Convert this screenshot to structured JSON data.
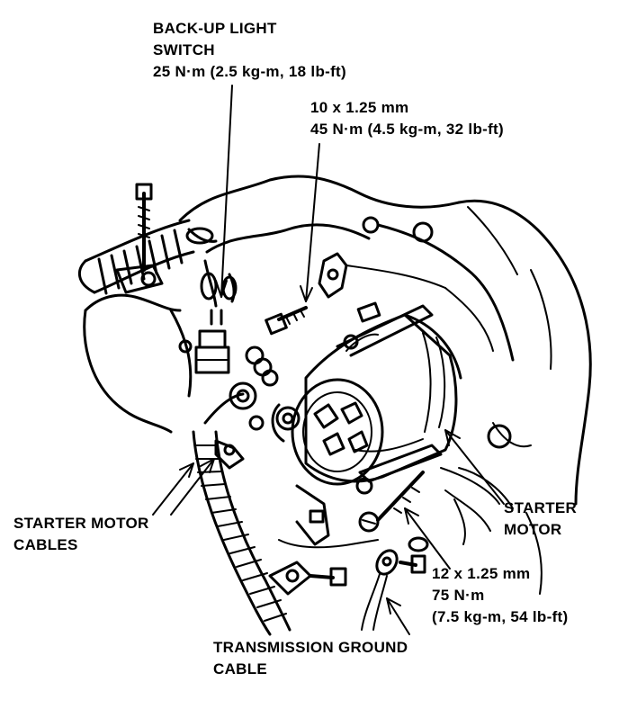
{
  "labels": {
    "backup_switch": {
      "line1": "BACK-UP LIGHT",
      "line2": "SWITCH",
      "line3": "25 N·m (2.5 kg-m, 18 lb-ft)"
    },
    "bolt_10": {
      "line1": "10 x 1.25 mm",
      "line2": "45 N·m (4.5 kg-m, 32 lb-ft)"
    },
    "starter_cables": {
      "line1": "STARTER MOTOR",
      "line2": "CABLES"
    },
    "starter_motor": {
      "line1": "STARTER",
      "line2": "MOTOR"
    },
    "bolt_12": {
      "line1": "12 x 1.25 mm",
      "line2": "75 N·m",
      "line3": "(7.5 kg-m, 54 lb-ft)"
    },
    "ground_cable": {
      "line1": "TRANSMISSION GROUND",
      "line2": "CABLE"
    }
  },
  "colors": {
    "ink": "#000000",
    "paper": "#ffffff"
  }
}
